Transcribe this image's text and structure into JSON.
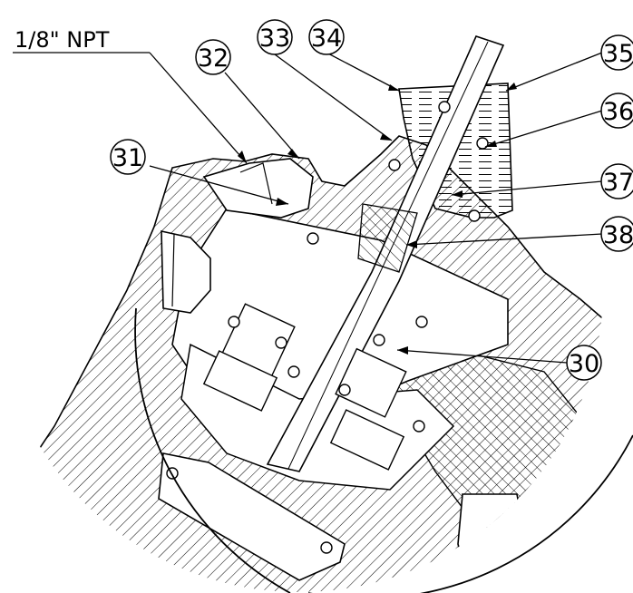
{
  "note": {
    "text": "1/8\" NPT"
  },
  "balloons": [
    {
      "id": "b30",
      "label": "30"
    },
    {
      "id": "b31",
      "label": "31"
    },
    {
      "id": "b32",
      "label": "32"
    },
    {
      "id": "b33",
      "label": "33"
    },
    {
      "id": "b34",
      "label": "34"
    },
    {
      "id": "b35",
      "label": "35"
    },
    {
      "id": "b36",
      "label": "36"
    },
    {
      "id": "b37",
      "label": "37"
    },
    {
      "id": "b38",
      "label": "38"
    }
  ],
  "colors": {
    "line": "#000000",
    "background": "#ffffff",
    "hatch": "#000000"
  }
}
